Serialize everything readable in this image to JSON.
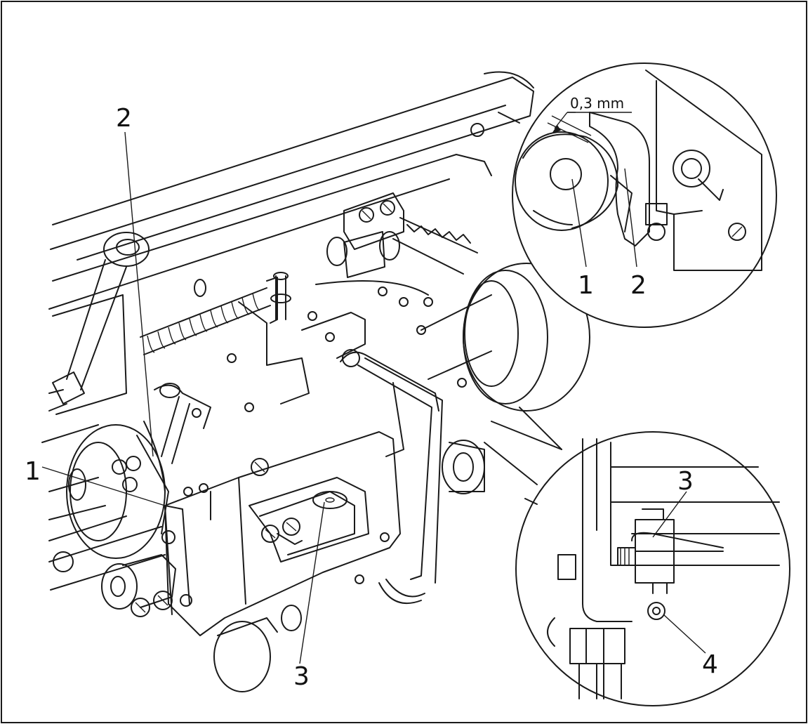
{
  "callouts": {
    "main_1": "1",
    "main_2": "2",
    "main_3": "3",
    "detail_top_1": "1",
    "detail_top_2": "2",
    "detail_top_gap": "0,3 mm",
    "detail_bottom_3": "3",
    "detail_bottom_4": "4"
  }
}
